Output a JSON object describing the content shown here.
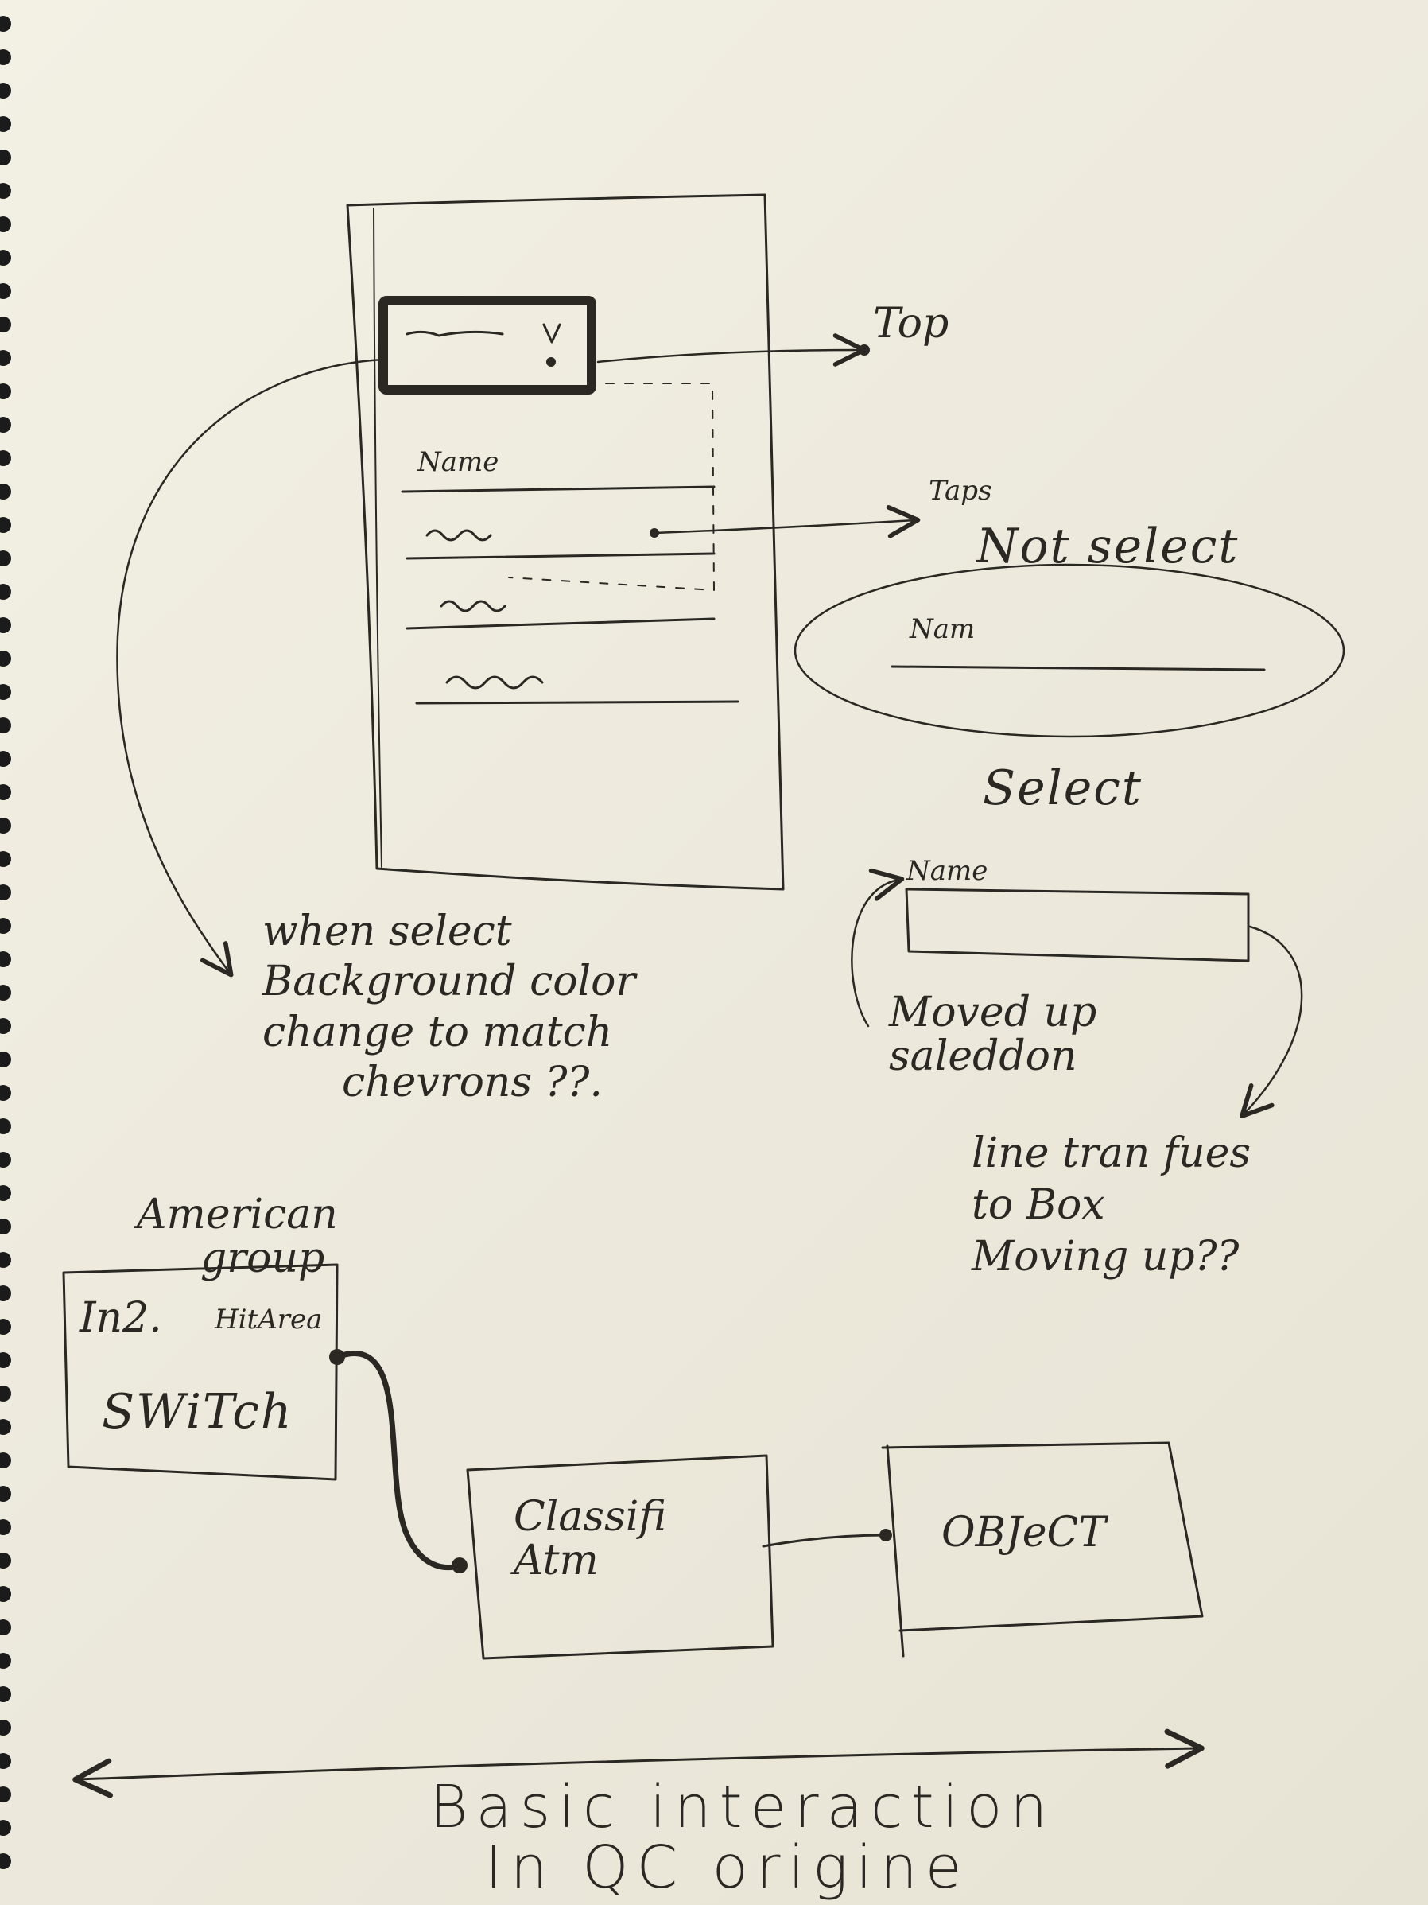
{
  "labels": {
    "name_row": "Name",
    "top": "Top",
    "taps": "Taps",
    "not_select": "Not select",
    "nam": "Nam",
    "select": "Select",
    "name_box": "Name",
    "moved_up": [
      "Moved up",
      "saleddon"
    ],
    "line_transforms": [
      "line tran fues",
      "to Box",
      "Moving up??"
    ],
    "when_select": [
      "when select",
      "Background color",
      "change to match",
      "chevrons ??."
    ],
    "american_group": [
      "American",
      "group"
    ],
    "in2": "In2.",
    "hit_area": "HitArea",
    "switch": "SWiTch",
    "classifier": [
      "Classifi",
      "Atm"
    ],
    "object": "OBJeCT",
    "bottom_title": [
      "Basic interaction",
      "In QC origine"
    ]
  }
}
